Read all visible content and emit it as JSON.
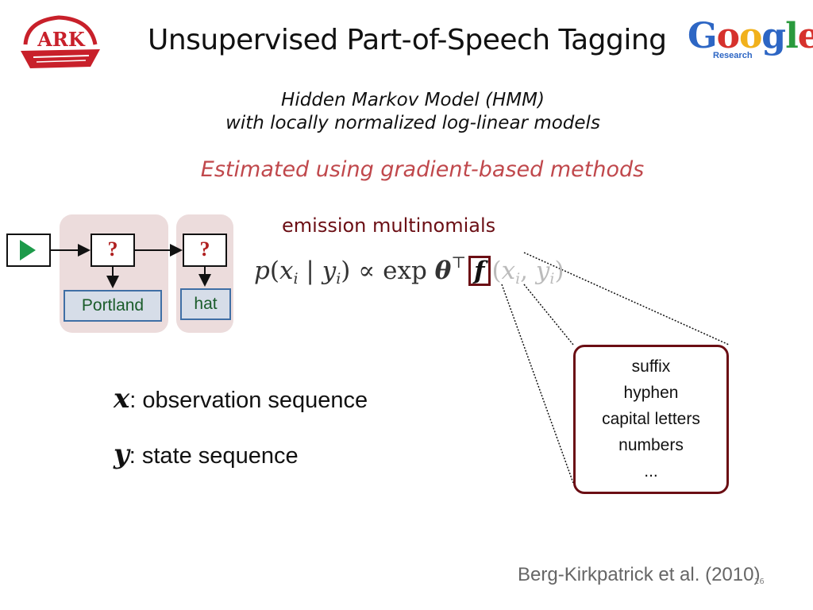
{
  "slide": {
    "title": "Unsupervised Part-of-Speech Tagging",
    "subtitle_line1": "Hidden Markov Model (HMM)",
    "subtitle_line2": "with locally normalized log-linear models",
    "highlight": "Estimated using gradient-based methods",
    "citation": "Berg-Kirkpatrick et al. (2010)",
    "page_number": "16"
  },
  "logos": {
    "left": {
      "icon": "ark-logo",
      "text": "ARK",
      "color": "#c8202a"
    },
    "right": {
      "icon": "google-research-logo",
      "letters": [
        "G",
        "o",
        "o",
        "g",
        "l",
        "e"
      ],
      "letter_colors": [
        "#2d66c4",
        "#d6322d",
        "#f1b11c",
        "#2d66c4",
        "#2a9a3d",
        "#d6322d"
      ],
      "sub": "Research"
    }
  },
  "hmm": {
    "start_icon": "play-icon",
    "states": [
      "?",
      "?"
    ],
    "words": [
      "Portland",
      "hat"
    ]
  },
  "formula": {
    "label": "emission multinomials",
    "p": "p",
    "x": "x",
    "i": "i",
    "y": "y",
    "bar": "|",
    "propto": "∝",
    "exp": "exp",
    "theta": "θ",
    "transpose": "⊤",
    "f": "f",
    "lparen": "(",
    "rparen": ")",
    "comma": ","
  },
  "features": [
    "suffix",
    "hyphen",
    "capital letters",
    "numbers",
    "..."
  ],
  "definitions": [
    {
      "var": "x",
      "text": ": observation sequence"
    },
    {
      "var": "y",
      "text": ": state sequence"
    }
  ],
  "colors": {
    "accent_red": "#c0484c",
    "dark_red": "#6b0e14",
    "panel_bg": "#ecdcdc",
    "word_box_bg": "#d6dde8",
    "word_text": "#1a5c2a",
    "question_mark": "#b02020"
  }
}
